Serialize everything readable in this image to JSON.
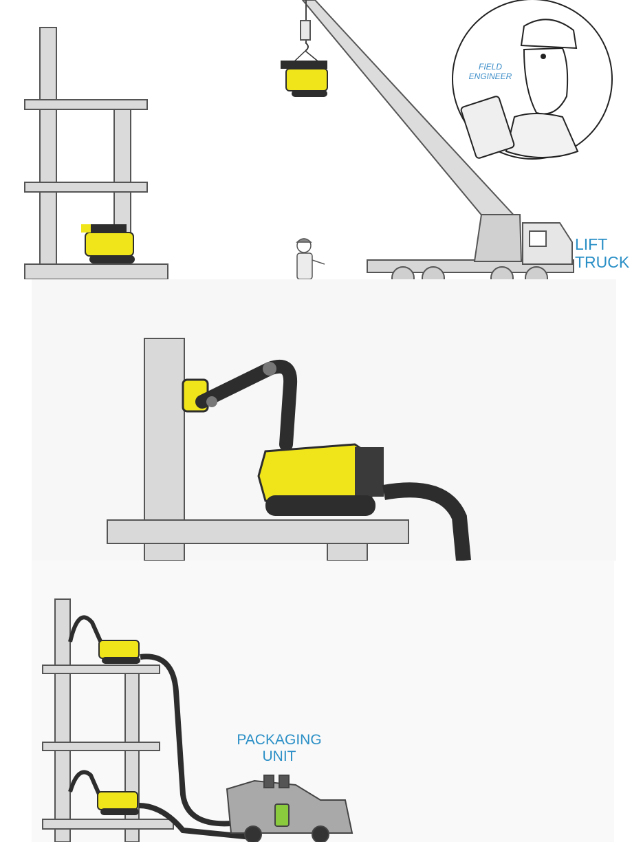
{
  "labels": {
    "field_engineer_line1": "FIELD",
    "field_engineer_line2": "ENGINEER",
    "lift_truck_line1": "LIFT",
    "lift_truck_line2": "TRUCK",
    "packaging_unit_line1": "PACKAGING",
    "packaging_unit_line2": "UNIT"
  },
  "colors": {
    "robot_yellow": "#f0e51a",
    "robot_dark": "#2d2d2d",
    "structure_gray": "#d9d9d9",
    "structure_edge": "#555555",
    "label_blue": "#2a8fc6"
  }
}
